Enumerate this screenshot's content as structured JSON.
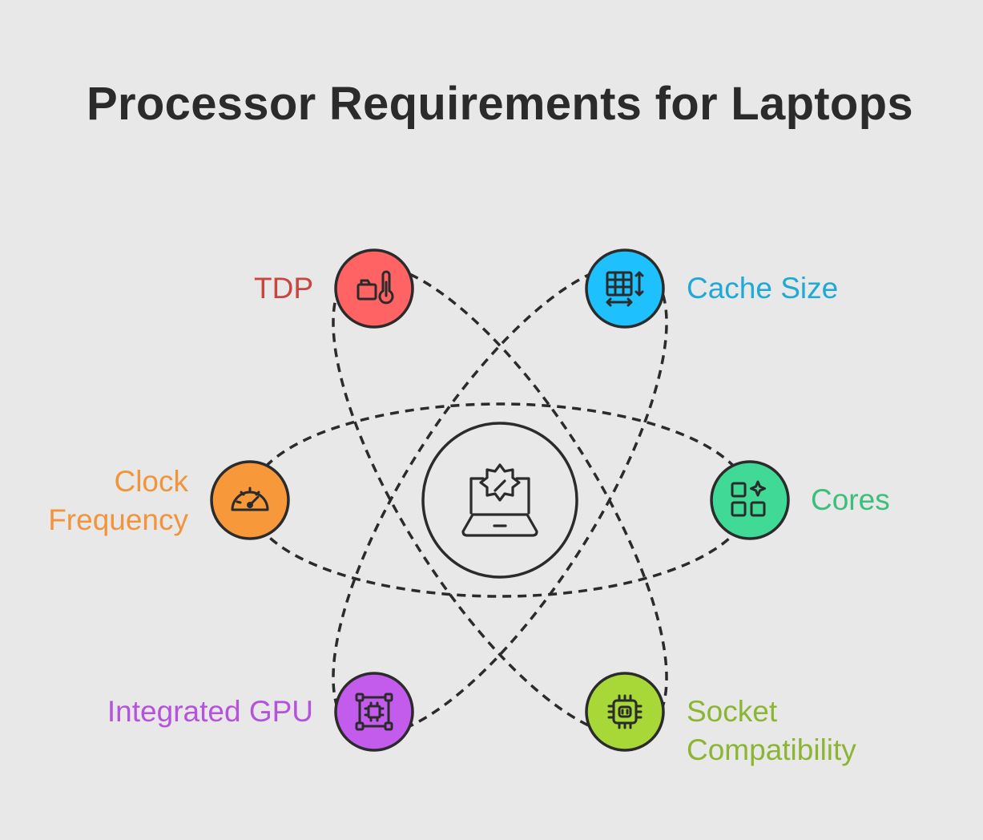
{
  "title": "Processor Requirements for Laptops",
  "center": {
    "icon": "laptop-gear-icon"
  },
  "nodes": [
    {
      "id": "tdp",
      "label": "TDP",
      "color": "#ff6363",
      "text_color": "#c9463f",
      "icon": "thermometer-icon"
    },
    {
      "id": "cache",
      "label": "Cache Size",
      "color": "#1ec0fe",
      "text_color": "#1fa9d6",
      "icon": "table-resize-icon"
    },
    {
      "id": "clock",
      "label": "Clock\nFrequency",
      "color": "#f7993a",
      "text_color": "#f1943b",
      "icon": "speedometer-icon"
    },
    {
      "id": "cores",
      "label": "Cores",
      "color": "#41d996",
      "text_color": "#3cbf7c",
      "icon": "grid-sparkle-icon"
    },
    {
      "id": "gpu",
      "label": "Integrated GPU",
      "color": "#c35ced",
      "text_color": "#b553dc",
      "icon": "chip-frame-icon"
    },
    {
      "id": "socket",
      "label": "Socket\nCompatibility",
      "color": "#a7d838",
      "text_color": "#8cb534",
      "icon": "cpu-chip-icon"
    }
  ]
}
